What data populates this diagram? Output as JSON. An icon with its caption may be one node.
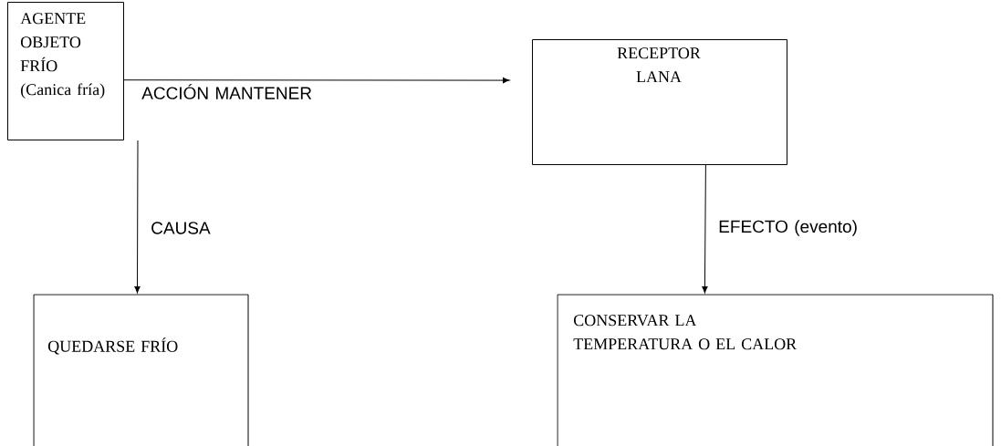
{
  "diagram": {
    "nodes": [
      {
        "text": [
          "AGENTE",
          "OBJETO FRÍO",
          "(Canica fría)"
        ]
      },
      {
        "text": [
          "RECEPTOR",
          "LANA"
        ]
      },
      {
        "text": [
          "QUEDARSE FRÍO"
        ]
      },
      {
        "text": [
          "CONSERVAR LA TEMPERATURA O EL CALOR"
        ]
      }
    ],
    "edges": [
      {
        "from": 0,
        "to": 1,
        "arrow": "to",
        "label": "ACCIÓN MANTENER"
      },
      {
        "from": 0,
        "to": 2,
        "arrow": "to",
        "label": "CAUSA"
      },
      {
        "from": 1,
        "to": 3,
        "arrow": "to",
        "label": "EFECTO (evento)"
      }
    ]
  }
}
